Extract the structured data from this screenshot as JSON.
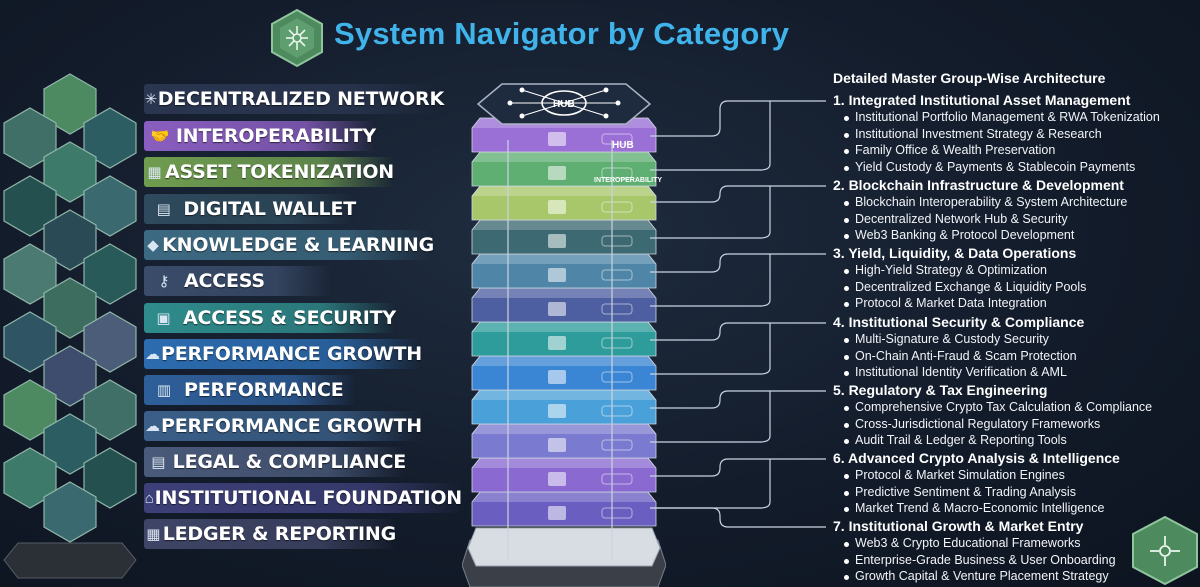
{
  "header": {
    "title": "System Navigator by Category"
  },
  "categories": [
    {
      "label": "DECENTRALIZED NETWORK",
      "icon": "network-icon",
      "color": "#2a3550"
    },
    {
      "label": "INTEROPERABILITY",
      "icon": "handshake-icon",
      "color": "#8a5ec0"
    },
    {
      "label": "ASSET TOKENIZATION",
      "icon": "token-icon",
      "color": "#6f9d4f"
    },
    {
      "label": "DIGITAL WALLET",
      "icon": "wallet-icon",
      "color": "#2e4a5c"
    },
    {
      "label": "KNOWLEDGE & LEARNING",
      "icon": "diamond-icon",
      "color": "#3c6a82"
    },
    {
      "label": "ACCESS",
      "icon": "key-icon",
      "color": "#3a4c6a"
    },
    {
      "label": "ACCESS & SECURITY",
      "icon": "lock-icon",
      "color": "#2f8c8c"
    },
    {
      "label": "PERFORMANCE GROWTH",
      "icon": "cloud-icon",
      "color": "#2c6cb0"
    },
    {
      "label": "PERFORMANCE",
      "icon": "chart-icon",
      "color": "#2f5f9a"
    },
    {
      "label": "PERFORMANCE GROWTH",
      "icon": "cloud-icon",
      "color": "#3a5f88"
    },
    {
      "label": "LEGAL & COMPLIANCE",
      "icon": "document-icon",
      "color": "#4a5a7a"
    },
    {
      "label": "INSTITUTIONAL FOUNDATION",
      "icon": "building-icon",
      "color": "#3d3f78"
    },
    {
      "label": "LEDGER & REPORTING",
      "icon": "ledger-icon",
      "color": "#3f4566"
    }
  ],
  "stack": {
    "hub_label": "HUB",
    "top_layer_label": "HUB",
    "second_layer_label": "INTEROPERABILITY"
  },
  "architecture": {
    "title": "Detailed Master Group-Wise Architecture",
    "groups": [
      {
        "title": "1. Integrated Institutional Asset Management",
        "items": [
          "Institutional Portfolio Management & RWA Tokenization",
          "Institutional Investment Strategy & Research",
          "Family Office & Wealth Preservation",
          "Yield Custody & Payments & Stablecoin Payments"
        ]
      },
      {
        "title": "2. Blockchain Infrastructure & Development",
        "items": [
          "Blockchain Interoperability & System Architecture",
          "Decentralized Network Hub & Security",
          "Web3 Banking & Protocol Development"
        ]
      },
      {
        "title": "3. Yield, Liquidity, & Data Operations",
        "items": [
          "High-Yield Strategy & Optimization",
          "Decentralized Exchange & Liquidity Pools",
          "Protocol & Market Data Integration"
        ]
      },
      {
        "title": "4. Institutional Security & Compliance",
        "items": [
          "Multi-Signature & Custody Security",
          "On-Chain Anti-Fraud & Scam Protection",
          "Institutional Identity Verification & AML"
        ]
      },
      {
        "title": "5. Regulatory & Tax Engineering",
        "items": [
          "Comprehensive Crypto Tax Calculation & Compliance",
          "Cross-Jurisdictional Regulatory Frameworks",
          "Audit Trail & Ledger & Reporting Tools"
        ]
      },
      {
        "title": "6. Advanced Crypto Analysis & Intelligence",
        "items": [
          "Protocol & Market Simulation Engines",
          "Predictive Sentiment & Trading Analysis",
          "Market Trend & Macro-Economic Intelligence"
        ]
      },
      {
        "title": "7. Institutional Growth & Market Entry",
        "items": [
          "Web3 & Crypto Educational Frameworks",
          "Enterprise-Grade Business & User Onboarding",
          "Growth Capital & Venture Placement Strategy"
        ]
      }
    ]
  },
  "colors": {
    "title": "#3fb3ea",
    "background": "#131c2b"
  }
}
